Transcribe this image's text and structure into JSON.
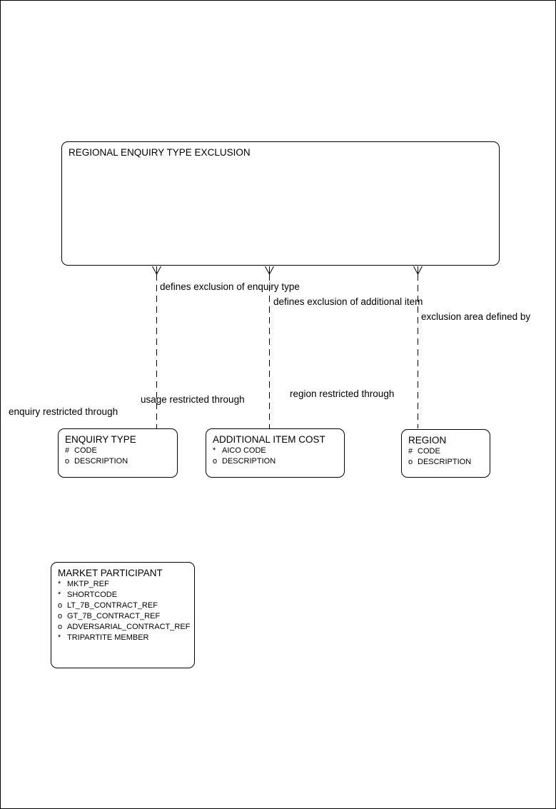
{
  "entities": {
    "main": {
      "title": "REGIONAL ENQUIRY TYPE EXCLUSION"
    },
    "enquiry_type": {
      "title": "ENQUIRY TYPE",
      "attributes": [
        {
          "flag": "#",
          "name": "CODE"
        },
        {
          "flag": "o",
          "name": "DESCRIPTION"
        }
      ]
    },
    "additional_item_cost": {
      "title": "ADDITIONAL ITEM COST",
      "attributes": [
        {
          "flag": "*",
          "name": "AICO CODE"
        },
        {
          "flag": "o",
          "name": "DESCRIPTION"
        }
      ]
    },
    "region": {
      "title": "REGION",
      "attributes": [
        {
          "flag": "#",
          "name": "CODE"
        },
        {
          "flag": "o",
          "name": "DESCRIPTION"
        }
      ]
    },
    "market_participant": {
      "title": "MARKET PARTICIPANT",
      "attributes": [
        {
          "flag": "*",
          "name": "MKTP_REF"
        },
        {
          "flag": "*",
          "name": "SHORTCODE"
        },
        {
          "flag": "o",
          "name": "LT_7B_CONTRACT_REF"
        },
        {
          "flag": "o",
          "name": "GT_7B_CONTRACT_REF"
        },
        {
          "flag": "o",
          "name": "ADVERSARIAL_CONTRACT_REF"
        },
        {
          "flag": "*",
          "name": "TRIPARTITE MEMBER"
        }
      ]
    }
  },
  "relationships": [
    {
      "parent_label": "defines exclusion of enquiry type",
      "child_label": "enquiry restricted through"
    },
    {
      "parent_label": "defines exclusion of additional item",
      "child_label": "usage restricted through"
    },
    {
      "parent_label": "exclusion area defined by",
      "child_label": "region restricted through"
    }
  ]
}
